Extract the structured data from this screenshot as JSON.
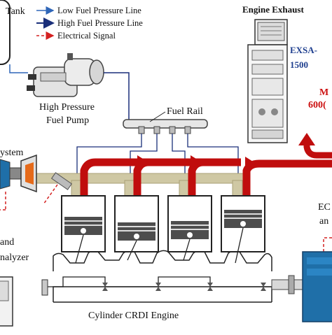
{
  "legend": {
    "tank_label": "Tank",
    "low_pressure": "Low Fuel Pressure Line",
    "high_pressure": "High Fuel Pressure Line",
    "electrical": "Electrical Signal"
  },
  "labels": {
    "engine_exhaust": "Engine Exhaust",
    "exsa_line1": "EXSA-",
    "exsa_line2": "1500",
    "red_right_1": "M",
    "red_right_2": "600(",
    "high_pressure_pump_1": "High Pressure",
    "high_pressure_pump_2": "Fuel Pump",
    "fuel_rail": "Fuel Rail",
    "system": "ystem",
    "ec_1": "EC",
    "ec_2": "an",
    "and": "and",
    "analyzer": "nalyzer",
    "engine_title": "Cylinder CRDI Engine"
  },
  "colors": {
    "low_line": "#2f66b8",
    "high_line": "#1a2f7a",
    "electrical": "#d42020",
    "exhaust": "#c00d0d",
    "intake": "#cfc8a4",
    "piston": "#4d4d4d",
    "dyno": "#1f6fa8"
  }
}
